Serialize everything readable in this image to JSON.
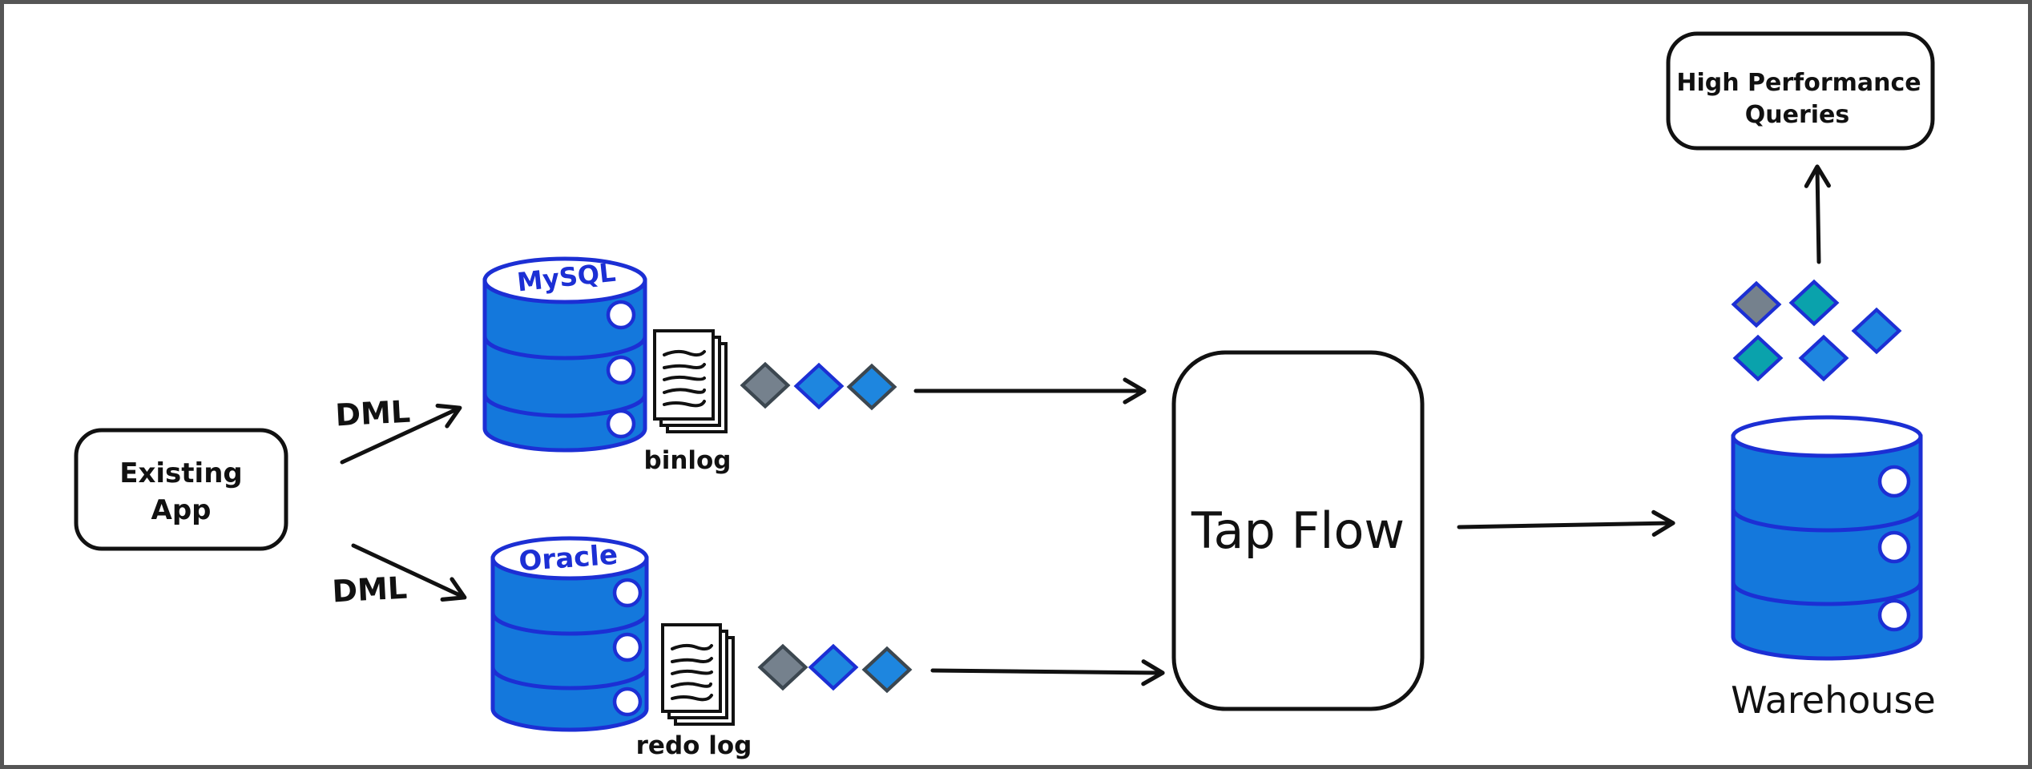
{
  "frame": {
    "border_color": "#565656",
    "background": "#ffffff"
  },
  "colors": {
    "ink": "#111111",
    "db_fill": "#1478DC",
    "db_stroke": "#1C2FD4",
    "paper_fill": "#ffffff",
    "diamond_gray": "#75818D",
    "diamond_gray_border": "#3C4750",
    "diamond_blue": "#1E86DF",
    "diamond_blue_border": "#1C2FD4",
    "diamond_teal": "#0AA2AC"
  },
  "nodes": {
    "existing_app": {
      "line1": "Existing",
      "line2": "App"
    },
    "mysql_db": {
      "icon": "database-cylinder-icon",
      "label": "MySQL",
      "log": {
        "icon": "document-stack-icon",
        "label": "binlog"
      }
    },
    "oracle_db": {
      "icon": "database-cylinder-icon",
      "label": "Oracle",
      "log": {
        "icon": "document-stack-icon",
        "label": "redo log"
      }
    },
    "tap_flow": {
      "label": "Tap Flow"
    },
    "warehouse": {
      "icon": "database-cylinder-icon",
      "label": "Warehouse"
    },
    "high_performance_queries": {
      "line1": "High Performance",
      "line2": "Queries"
    }
  },
  "edges": {
    "dml_mysql": {
      "label": "DML"
    },
    "dml_oracle": {
      "label": "DML"
    },
    "mysql_to_tapflow": {
      "label": ""
    },
    "oracle_to_tapflow": {
      "label": ""
    },
    "tapflow_to_warehouse": {
      "label": ""
    },
    "warehouse_to_queries": {
      "label": ""
    }
  },
  "event_markers": {
    "mysql_stream": [
      {
        "fill": "#75818D",
        "border": "#3C4750"
      },
      {
        "fill": "#1E86DF",
        "border": "#1C2FD4"
      },
      {
        "fill": "#1E86DF",
        "border": "#3C4750"
      }
    ],
    "oracle_stream": [
      {
        "fill": "#75818D",
        "border": "#3C4750"
      },
      {
        "fill": "#1E86DF",
        "border": "#1C2FD4"
      },
      {
        "fill": "#1E86DF",
        "border": "#3C4750"
      }
    ],
    "warehouse_cluster": [
      {
        "fill": "#75818D",
        "border": "#1C2FD4"
      },
      {
        "fill": "#0AA2AC",
        "border": "#1C2FD4"
      },
      {
        "fill": "#1E86DF",
        "border": "#1C2FD4"
      },
      {
        "fill": "#0AA2AC",
        "border": "#1C2FD4"
      },
      {
        "fill": "#1E86DF",
        "border": "#1C2FD4"
      }
    ]
  }
}
